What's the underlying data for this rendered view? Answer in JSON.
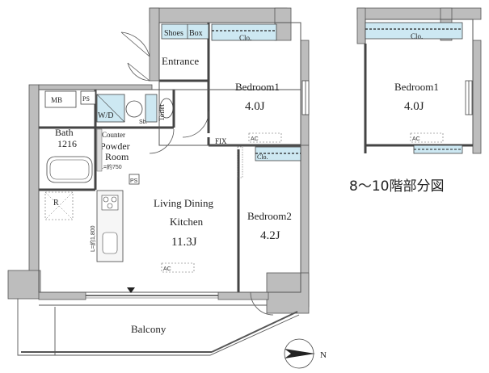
{
  "main_plan": {
    "rooms": {
      "entrance": "Entrance",
      "shoes": "Shoes",
      "box": "Box",
      "clo_top": "Clo.",
      "bedroom1_name": "Bedroom1",
      "bedroom1_size": "4.0J",
      "bedroom2_name": "Bedroom2",
      "bedroom2_size": "4.2J",
      "ldk_line1": "Living Dining",
      "ldk_line2": "Kitchen",
      "ldk_size": "11.3J",
      "bath_name": "Bath",
      "bath_size": "1216",
      "counter": "Counter",
      "powder1": "Powder",
      "powder2": "Room",
      "wd": "W/D",
      "toilet": "Toilet",
      "mb": "MB",
      "ps_top": "PS",
      "ps_kitchen": "PS",
      "balcony": "Balcony",
      "fix": "FIX",
      "ac": "AC",
      "clo_bed2": "Clo.",
      "r_mark": "R",
      "l_counter": "L=約750",
      "l_kitchen": "L=約1,800",
      "sb": "Sb."
    },
    "compass_label": "N"
  },
  "floor_note": "8〜10階部分図",
  "inset_plan": {
    "bedroom_name": "Bedroom1",
    "bedroom_size": "4.0J",
    "clo": "Clo.",
    "ac": "AC"
  }
}
